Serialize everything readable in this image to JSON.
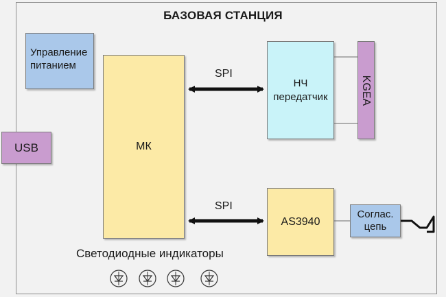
{
  "title": "БАЗОВАЯ СТАНЦИЯ",
  "blocks": {
    "power": [
      "Управление",
      "питанием"
    ],
    "usb": "USB",
    "mk": "МК",
    "lf": [
      "НЧ",
      "передатчик"
    ],
    "kgea": "KGEA",
    "as": "AS3940",
    "match": [
      "Соглас.",
      "цепь"
    ]
  },
  "links": {
    "spi_top": "SPI",
    "spi_bottom": "SPI"
  },
  "caption": "Светодиодные индикаторы",
  "leds": [
    "led-1",
    "led-2",
    "led-3",
    "led-4"
  ]
}
